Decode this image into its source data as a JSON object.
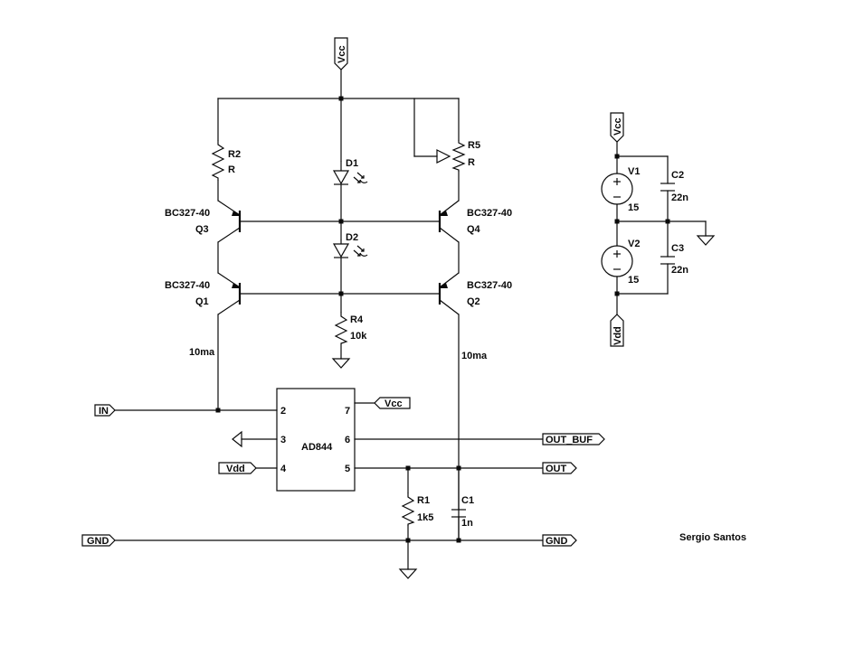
{
  "author": "Sergio Santos",
  "colors": {
    "wire": "#0a0a0a",
    "background": "#ffffff"
  },
  "nets": {
    "vcc": "Vcc",
    "vdd": "Vdd",
    "in": "IN",
    "gnd": "GND",
    "out": "OUT",
    "out_buf": "OUT_BUF"
  },
  "opamp": {
    "name": "AD844",
    "pins": [
      "2",
      "3",
      "4",
      "7",
      "6",
      "5"
    ]
  },
  "components": {
    "R2": {
      "name": "R2",
      "value": "R"
    },
    "R5": {
      "name": "R5",
      "value": "R"
    },
    "R4": {
      "name": "R4",
      "value": "10k"
    },
    "R1": {
      "name": "R1",
      "value": "1k5"
    },
    "D1": {
      "name": "D1"
    },
    "D2": {
      "name": "D2"
    },
    "C1": {
      "name": "C1",
      "value": "1n"
    },
    "C2": {
      "name": "C2",
      "value": "22n"
    },
    "C3": {
      "name": "C3",
      "value": "22n"
    },
    "V1": {
      "name": "V1",
      "value": "15"
    },
    "V2": {
      "name": "V2",
      "value": "15"
    },
    "Q1": {
      "name": "Q1",
      "model": "BC327-40"
    },
    "Q2": {
      "name": "Q2",
      "model": "BC327-40"
    },
    "Q3": {
      "name": "Q3",
      "model": "BC327-40"
    },
    "Q4": {
      "name": "Q4",
      "model": "BC327-40"
    }
  },
  "annotations": {
    "left_current": "10ma",
    "right_current": "10ma"
  },
  "icons": [
    "ground-icon",
    "led-icon",
    "pnp-transistor-icon",
    "resistor-icon",
    "capacitor-icon",
    "voltage-source-icon",
    "net-flag-icon"
  ]
}
